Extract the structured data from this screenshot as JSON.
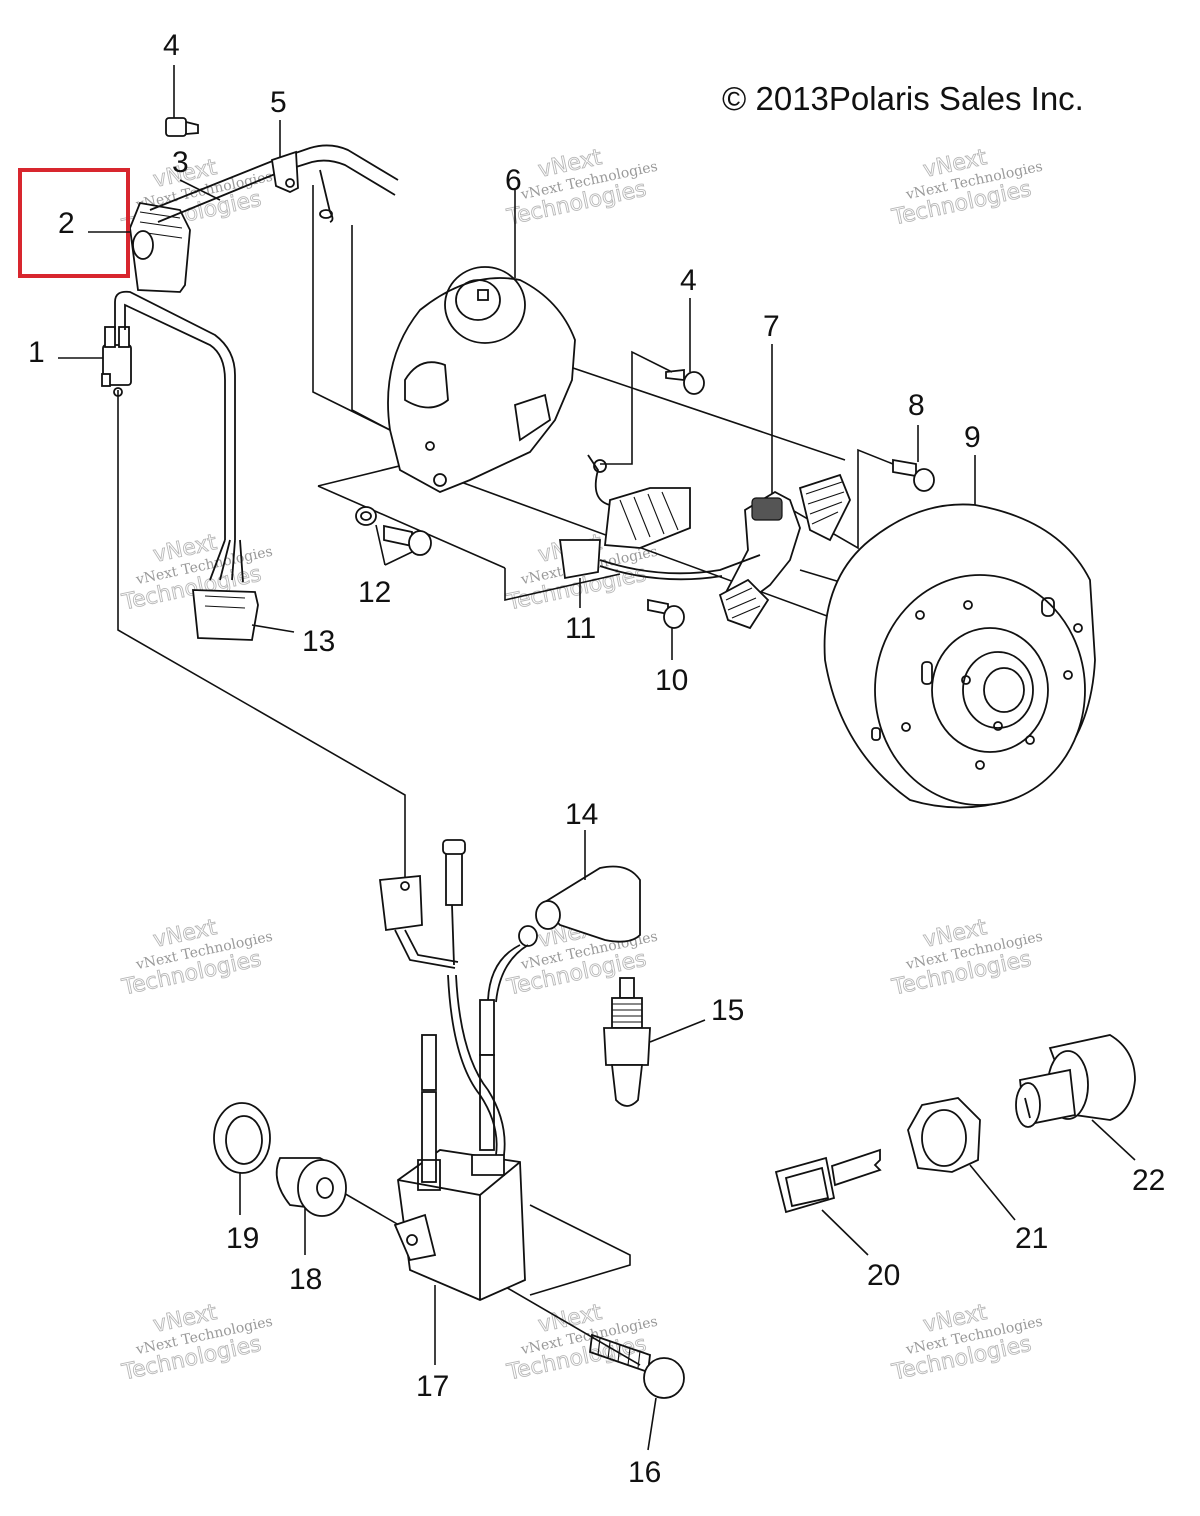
{
  "copyright": "© 2013Polaris Sales Inc.",
  "watermark": {
    "line1": "vNext Technologies",
    "line2": "vNext",
    "line3": "Technologies"
  },
  "highlight": {
    "color": "#d8262e",
    "callout": "2"
  },
  "callouts": {
    "c1": "1",
    "c2": "2",
    "c3": "3",
    "c4a": "4",
    "c4b": "4",
    "c5": "5",
    "c6": "6",
    "c7": "7",
    "c8": "8",
    "c9": "9",
    "c10": "10",
    "c11": "11",
    "c12": "12",
    "c13": "13",
    "c14": "14",
    "c15": "15",
    "c16": "16",
    "c17": "17",
    "c18": "18",
    "c19": "19",
    "c20": "20",
    "c21": "21",
    "c22": "22"
  }
}
